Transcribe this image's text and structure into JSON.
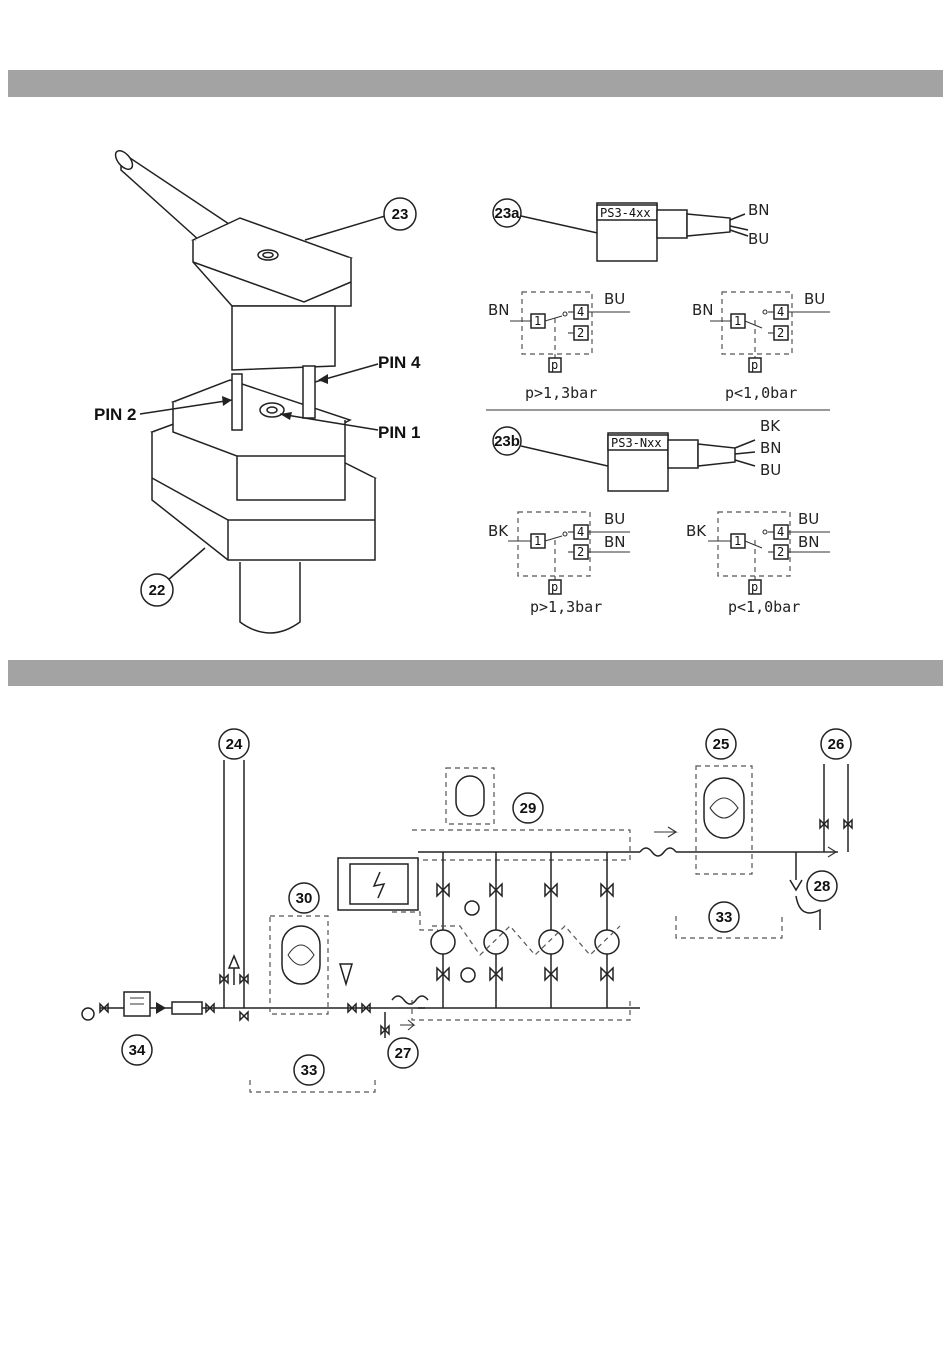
{
  "labels": {
    "pin4": "PIN 4",
    "pin2": "PIN 2",
    "pin1": "PIN 1",
    "sw_a": "PS3-4xx",
    "sw_b": "PS3-Nxx",
    "bn": "BN",
    "bu": "BU",
    "bk": "BK",
    "p_high": "p>1,3bar",
    "p_low": "p<1,0bar",
    "t1": "1",
    "t2": "2",
    "t4": "4",
    "p": "p"
  },
  "callouts": {
    "c22": "22",
    "c23": "23",
    "c23a": "23a",
    "c23b": "23b",
    "c24": "24",
    "c25": "25",
    "c26": "26",
    "c27": "27",
    "c28": "28",
    "c29": "29",
    "c30": "30",
    "c33": "33",
    "c34": "34"
  },
  "colors": {
    "band": "#a3a3a3",
    "line": "#222222"
  }
}
